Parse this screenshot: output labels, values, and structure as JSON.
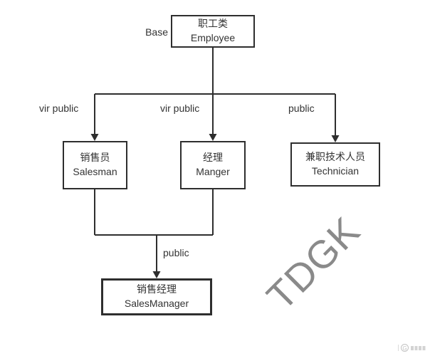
{
  "diagram": {
    "nodes": {
      "employee": {
        "cn": "职工类",
        "en": "Employee"
      },
      "salesman": {
        "cn": "销售员",
        "en": "Salesman"
      },
      "manger": {
        "cn": "经理",
        "en": "Manger"
      },
      "technician": {
        "cn": "兼职技术人员",
        "en": "Technician"
      },
      "salesmanager": {
        "cn": "销售经理",
        "en": "SalesManager"
      }
    },
    "labels": {
      "base": "Base",
      "left_inherit": "vir public",
      "mid_inherit": "vir public",
      "right_inherit": "public",
      "bottom_inherit": "public"
    },
    "colors": {
      "line": "#2e2e2e",
      "text": "#333333",
      "watermark": "#8a8a8a"
    }
  },
  "watermark": {
    "text": "TDGK"
  },
  "badge": {
    "icon": "circle-g-icon",
    "letter": "G"
  }
}
